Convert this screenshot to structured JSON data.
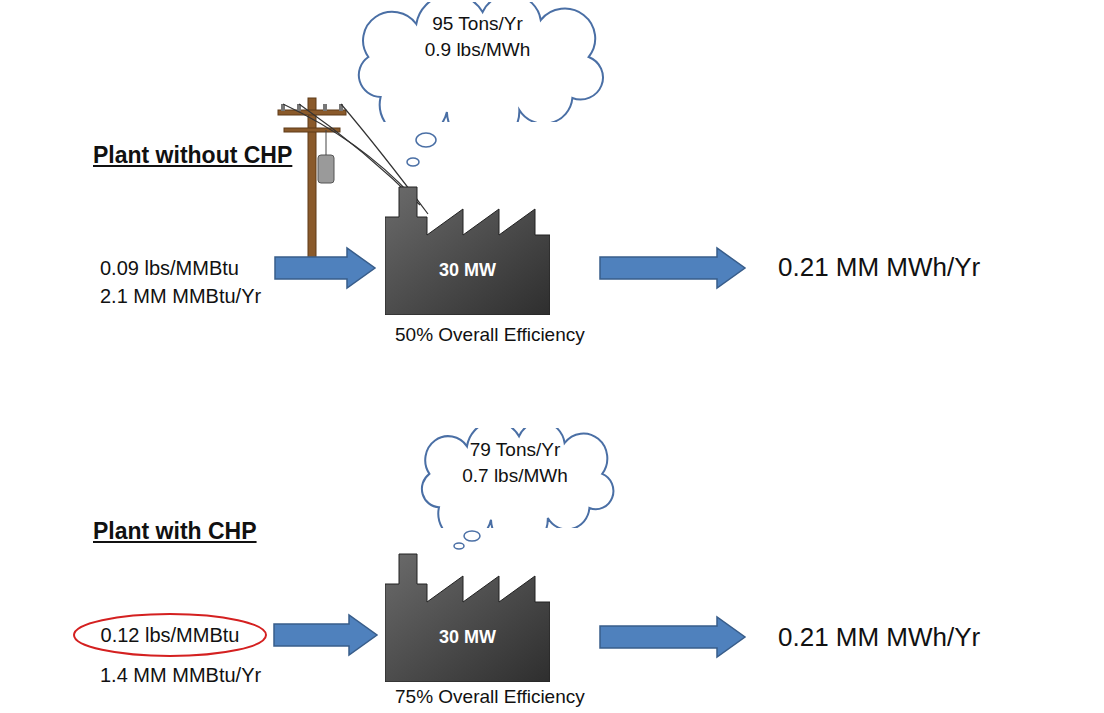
{
  "diagram": {
    "nodes": [
      {
        "text": [
          "95 Tons/Yr",
          "0.9 lbs/MWh"
        ]
      },
      {
        "text": [
          "30 MW"
        ]
      },
      {
        "text": [
          "79 Tons/Yr",
          "0.7 lbs/MWh"
        ]
      },
      {
        "text": [
          "0.12 lbs/MMBtu"
        ]
      },
      {
        "text": [
          "30 MW"
        ]
      }
    ],
    "edges": [
      {
        "from": 3,
        "to": 4,
        "arrow": "to"
      }
    ],
    "labels": [
      "Plant without CHP",
      "0.09 lbs/MMBtu",
      "2.1 MM MMBtu/Yr",
      "50% Overall Efficiency",
      "0.21 MM MWh/Yr",
      "Plant with CHP",
      "1.4 MM MMBtu/Yr",
      "75% Overall Efficiency",
      "0.21 MM MWh/Yr"
    ]
  }
}
